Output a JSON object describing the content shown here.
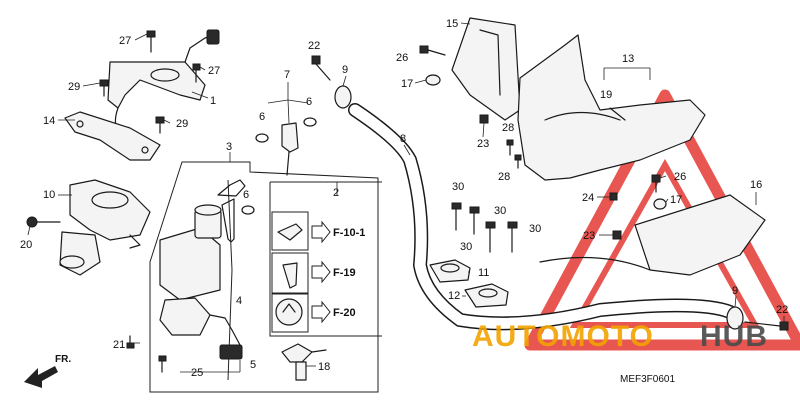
{
  "labels": {
    "n1": "1",
    "n2": "2",
    "n3": "3",
    "n4": "4",
    "n5": "5",
    "n6a": "6",
    "n6b": "6",
    "n6c": "6",
    "n7": "7",
    "n8": "8",
    "n9a": "9",
    "n9b": "9",
    "n10": "10",
    "n11": "11",
    "n12": "12",
    "n13": "13",
    "n14": "14",
    "n15": "15",
    "n16": "16",
    "n17a": "17",
    "n17b": "17",
    "n18": "18",
    "n19": "19",
    "n20": "20",
    "n21": "21",
    "n22a": "22",
    "n22b": "22",
    "n23a": "23",
    "n23b": "23",
    "n24": "24",
    "n25": "25",
    "n26a": "26",
    "n26b": "26",
    "n27a": "27",
    "n27b": "27",
    "n28a": "28",
    "n28b": "28",
    "n29a": "29",
    "n29b": "29",
    "n30a": "30",
    "n30b": "30",
    "n30c": "30",
    "n30d": "30"
  },
  "references": {
    "r1": "F-10-1",
    "r2": "F-19",
    "r3": "F-20"
  },
  "front_marker": "FR.",
  "diagram_code": "MEF3F0601",
  "watermark": {
    "part1": "AUTOMOTO",
    "part2": "HUB",
    "color_primary": "#f2a300",
    "color_secondary": "#4a4a4a",
    "triangle_color": "#e53935"
  }
}
